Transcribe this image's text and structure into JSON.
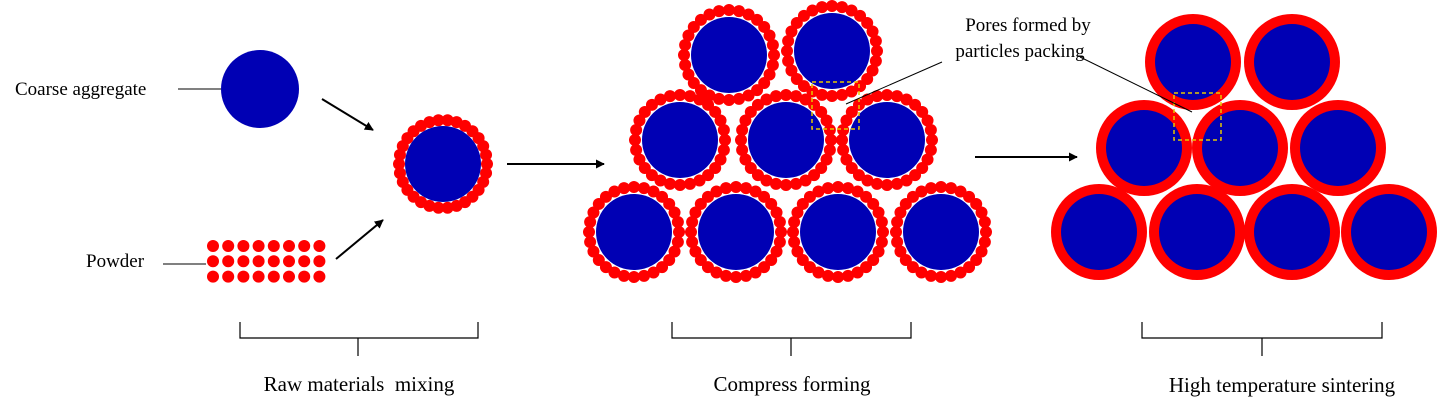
{
  "labels": {
    "coarse_aggregate": "Coarse aggregate",
    "powder": "Powder",
    "pores_line1": "Pores formed by",
    "pores_line2": "particles packing"
  },
  "stages": {
    "mixing": "Raw materials  mixing",
    "forming": "Compress forming",
    "sintering": "High temperature sintering"
  },
  "colors": {
    "aggregate": "#0000b4",
    "powder": "#ff0000",
    "pore_box": "#e6c800"
  }
}
